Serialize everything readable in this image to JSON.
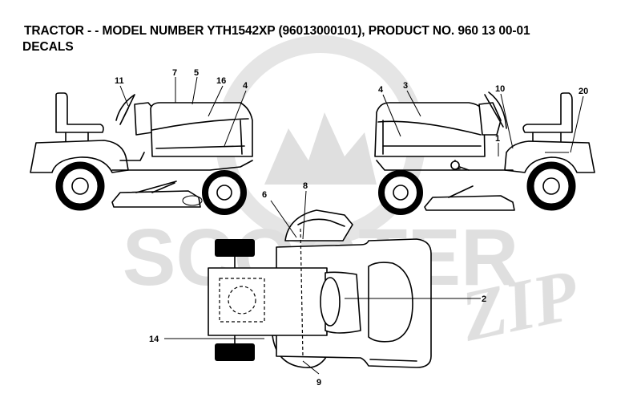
{
  "header": {
    "title": "TRACTOR - - MODEL NUMBER YTH1542XP (96013000101), PRODUCT NO. 960 13 00-01",
    "subtitle": "DECALS"
  },
  "watermark": {
    "brand": "SCOOTER",
    "tagline": "ZIP",
    "color": "#dcdcdc"
  },
  "callouts": {
    "left_view": [
      "11",
      "7",
      "5",
      "16",
      "4"
    ],
    "right_view": [
      "4",
      "3",
      "10",
      "20",
      "1"
    ],
    "top_view": [
      "6",
      "8",
      "2",
      "14",
      "9"
    ]
  },
  "icons": {
    "tractor_left": "tractor-side-left-icon",
    "tractor_right": "tractor-side-right-icon",
    "tractor_top": "tractor-top-view-icon"
  }
}
